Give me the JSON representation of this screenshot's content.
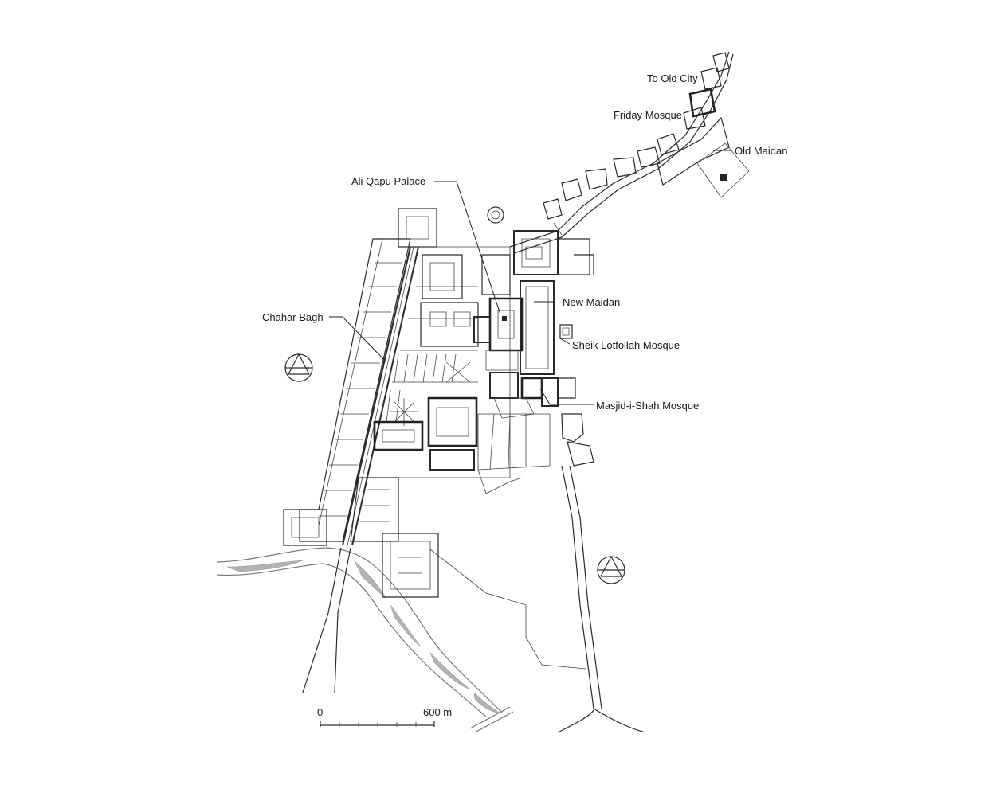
{
  "labels": {
    "to_old_city": "To Old City",
    "friday_mosque": "Friday Mosque",
    "old_maidan": "Old Maidan",
    "ali_qapu_palace": "Ali Qapu Palace",
    "new_maidan": "New Maidan",
    "chahar_bagh": "Chahar Bagh",
    "sheik_lotfollah_mosque": "Sheik Lotfollah Mosque",
    "masjid_i_shah_mosque": "Masjid-i-Shah Mosque"
  },
  "scale_bar": {
    "start_label": "0",
    "end_label": "600 m"
  },
  "colors": {
    "ink": "#2a2a2a",
    "river": "#9a9a9a",
    "background": "#ffffff"
  }
}
